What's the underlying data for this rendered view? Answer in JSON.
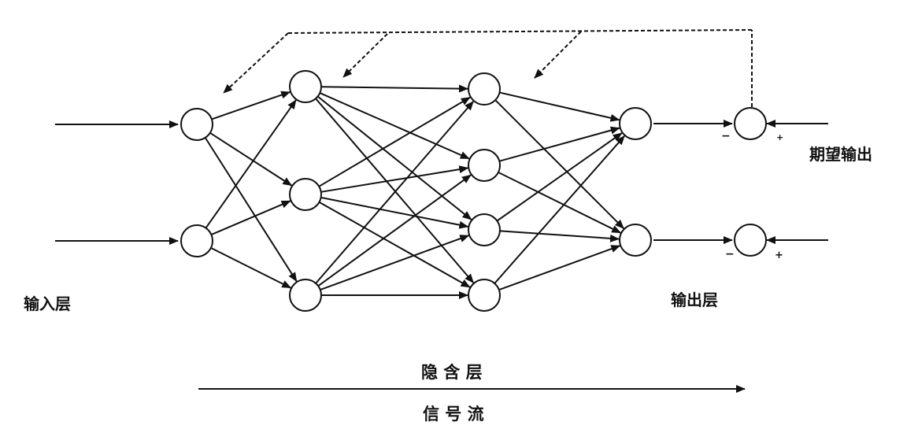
{
  "labels": {
    "input_layer": "输入层",
    "output_layer": "输出层",
    "hidden_layer": "隐 含 层",
    "signal_flow": "信 号 流",
    "desired_output": "期望输出"
  },
  "signs": {
    "top_minus": "−",
    "top_plus": "+",
    "bottom_minus": "−",
    "bottom_plus": "+"
  },
  "colors": {
    "stroke": "#111111",
    "background": "#ffffff"
  },
  "layers": [
    {
      "id": "input",
      "count": 2
    },
    {
      "id": "hidden1",
      "count": 3
    },
    {
      "id": "hidden2",
      "count": 4
    },
    {
      "id": "output",
      "count": 2
    },
    {
      "id": "error",
      "count": 2
    }
  ]
}
